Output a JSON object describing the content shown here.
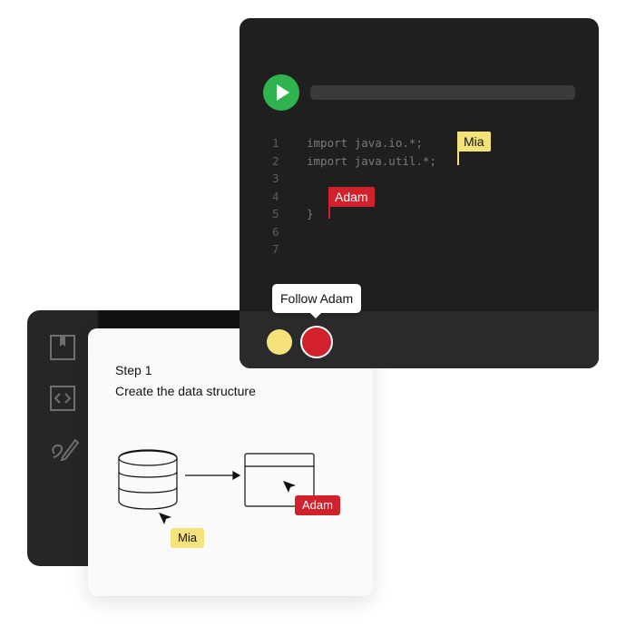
{
  "sidebar": {
    "icons": [
      "bookmark-icon",
      "code-icon",
      "pen-icon"
    ]
  },
  "lesson": {
    "step_title": "Step 1",
    "step_description": "Create the data structure",
    "cursor_labels": {
      "mia": "Mia",
      "adam": "Adam"
    }
  },
  "editor": {
    "code_lines": [
      {
        "number": "1",
        "text": "import java.io.*;"
      },
      {
        "number": "2",
        "text": "import java.util.*;"
      },
      {
        "number": "3",
        "text": ""
      },
      {
        "number": "4",
        "text": ""
      },
      {
        "number": "5",
        "text": "}"
      },
      {
        "number": "6",
        "text": ""
      },
      {
        "number": "7",
        "text": ""
      }
    ],
    "cursors": {
      "mia": "Mia",
      "adam": "Adam"
    },
    "follow_tooltip": "Follow Adam"
  },
  "colors": {
    "run_green": "#2fb34f",
    "mia_yellow": "#f5e27a",
    "adam_red": "#d0212d",
    "editor_bg": "#1f1f1f",
    "panel_bg": "#262626"
  }
}
